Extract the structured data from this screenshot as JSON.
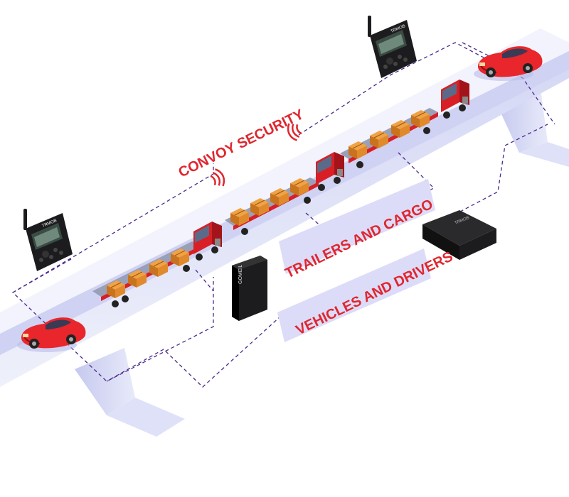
{
  "labels": {
    "convoy_security": "CONVOY SECURITY",
    "trailers_and_cargo": "TRAILERS AND CARGO",
    "vehicles_and_drivers": "VEHICLES AND DRIVERS"
  },
  "devices": {
    "radio_brand": "TRMOB",
    "gps_tracker_brand": "GOMEIL",
    "obd_device_brand": "TRMOB"
  },
  "colors": {
    "label_red": "#e0262f",
    "label_band": "#dcdcf8",
    "bridge_top": "#eef0fb",
    "bridge_side": "#c9cdf0",
    "dashed_line": "#4b2a8a",
    "truck_red": "#d81f26",
    "car_red": "#e8262b",
    "cargo": "#d9852a",
    "device_black": "#1c1c1e"
  },
  "icons": [
    "radio-icon",
    "signal-waves-icon",
    "gps-tracker-icon",
    "obd-tracker-icon",
    "truck-icon",
    "car-icon",
    "cargo-box-icon"
  ]
}
